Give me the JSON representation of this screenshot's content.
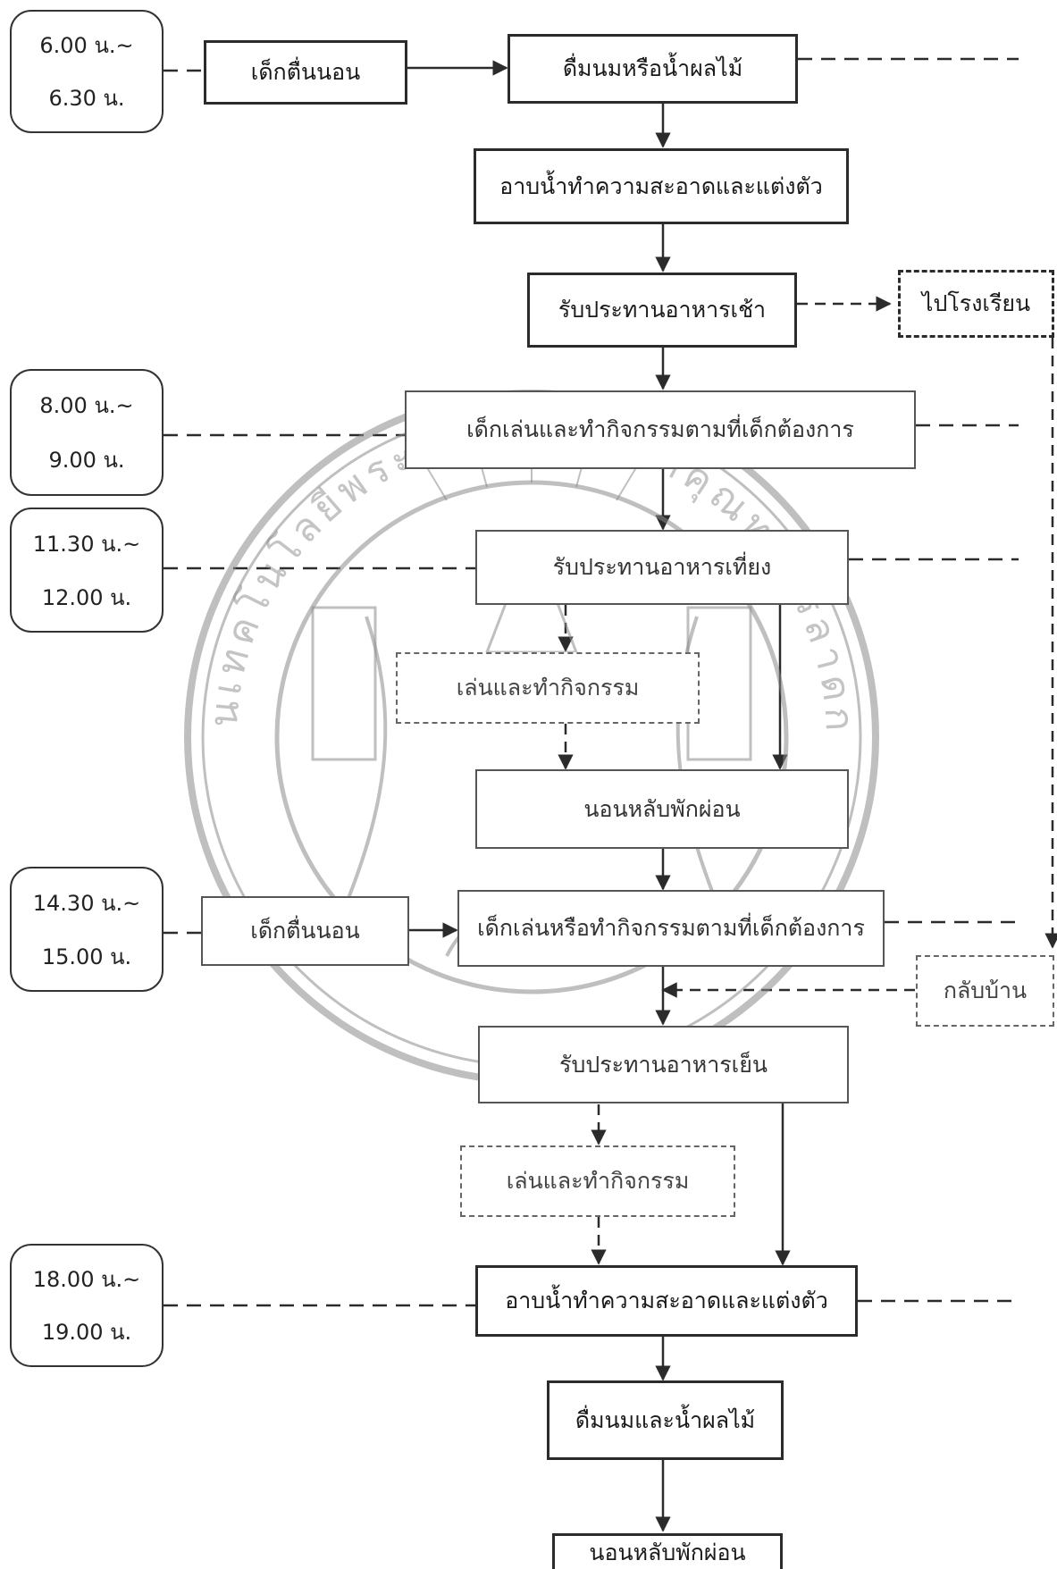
{
  "times": [
    {
      "start": "6.00 น.~",
      "end": "6.30 น."
    },
    {
      "start": "8.00 น.~",
      "end": "9.00 น."
    },
    {
      "start": "11.30 น.~",
      "end": "12.00 น."
    },
    {
      "start": "14.30 น.~",
      "end": "15.00 น."
    },
    {
      "start": "18.00 น.~",
      "end": "19.00 น."
    }
  ],
  "steps": {
    "wake1": "เด็กตื่นนอน",
    "milk1": "ดื่มนมหรือน้ำผลไม้",
    "bath1": "อาบน้ำทำความสะอาดและแต่งตัว",
    "breakfast": "รับประทานอาหารเช้า",
    "school": "ไปโรงเรียน",
    "play1": "เด็กเล่นและทำกิจกรรมตามที่เด็กต้องการ",
    "lunch": "รับประทานอาหารเที่ยง",
    "play2": "เล่นและทำกิจกรรม",
    "nap": "นอนหลับพักผ่อน",
    "wake2": "เด็กตื่นนอน",
    "play3": "เด็กเล่นหรือทำกิจกรรมตามที่เด็กต้องการ",
    "home": "กลับบ้าน",
    "dinner": "รับประทานอาหารเย็น",
    "play4": "เล่นและทำกิจกรรม",
    "bath2": "อาบน้ำทำความสะอาดและแต่งตัว",
    "milk2": "ดื่มนมและน้ำผลไม้",
    "sleep": "นอนหลับพักผ่อน"
  },
  "colors": {
    "line": "#2b2b2b",
    "watermark": "#8a8a8a"
  },
  "watermark": {
    "top_text": "สถาบันเทคโนโลยีพระจอมเกล้าเจ้าคุณทหารลาดกระบัง"
  }
}
